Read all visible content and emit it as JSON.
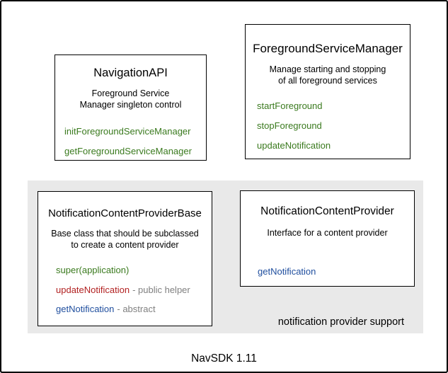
{
  "colors": {
    "method_green": "#3a7a1e",
    "method_red": "#b22222",
    "method_blue": "#1f4e9e",
    "annotation_gray": "#808080",
    "group_background": "#e9e9e9",
    "box_border": "#000000"
  },
  "boxes": {
    "navigation_api": {
      "title": "NavigationAPI",
      "description": [
        "Foreground Service",
        "Manager singleton control"
      ],
      "methods": [
        {
          "name": "initForegroundServiceManager",
          "color": "green"
        },
        {
          "name": "getForegroundServiceManager",
          "color": "green"
        }
      ]
    },
    "foreground_service_manager": {
      "title": "ForegroundServiceManager",
      "description": [
        "Manage starting and stopping",
        "of all foreground services"
      ],
      "methods": [
        {
          "name": "startForeground",
          "color": "green"
        },
        {
          "name": "stopForeground",
          "color": "green"
        },
        {
          "name": "updateNotification",
          "color": "green"
        }
      ]
    },
    "notification_content_provider_base": {
      "title": "NotificationContentProviderBase",
      "description": [
        "Base class that should be subclassed",
        "to create a content provider"
      ],
      "methods": [
        {
          "name": "super(application)",
          "color": "green",
          "annotation": ""
        },
        {
          "name": "updateNotification",
          "color": "red",
          "annotation": "- public helper"
        },
        {
          "name": "getNotification",
          "color": "blue",
          "annotation": "- abstract"
        }
      ]
    },
    "notification_content_provider": {
      "title": "NotificationContentProvider",
      "description": [
        "Interface for a content provider"
      ],
      "methods": [
        {
          "name": "getNotification",
          "color": "blue"
        }
      ]
    }
  },
  "group": {
    "label": "notification provider support"
  },
  "footer": {
    "label": "NavSDK 1.11"
  }
}
